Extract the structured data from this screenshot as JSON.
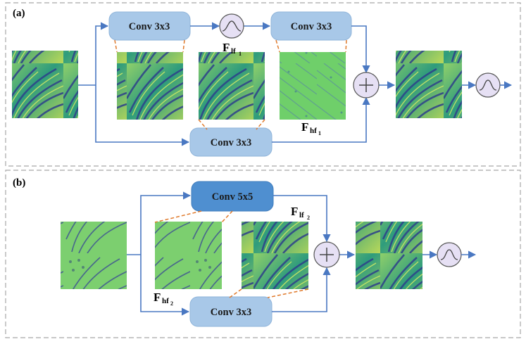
{
  "panels": [
    {
      "label": "(a)",
      "blocks": [
        "Conv 3x3",
        "Conv 3x3",
        "Conv 3x3"
      ],
      "feature_labels": [
        {
          "main": "F",
          "sub": "lf",
          "subsub": "1"
        },
        {
          "main": "F",
          "sub": "hf",
          "subsub": "1"
        }
      ]
    },
    {
      "label": "(b)",
      "blocks": [
        "Conv 5x5",
        "Conv 3x3"
      ],
      "feature_labels": [
        {
          "main": "F",
          "sub": "lf",
          "subsub": "2"
        },
        {
          "main": "F",
          "sub": "hf",
          "subsub": "2"
        }
      ]
    }
  ],
  "icons": {
    "activation": "sigmoid-icon",
    "add": "add-icon",
    "feature_map": "feature-map-image"
  },
  "colors": {
    "conv_light": "#a8c8e8",
    "conv_dark": "#4f8fd0",
    "arrow": "#4a78c2",
    "dash": "#e07a2c",
    "op_circle": "#e6e0f4",
    "feature_map_base": "#3fa672"
  }
}
